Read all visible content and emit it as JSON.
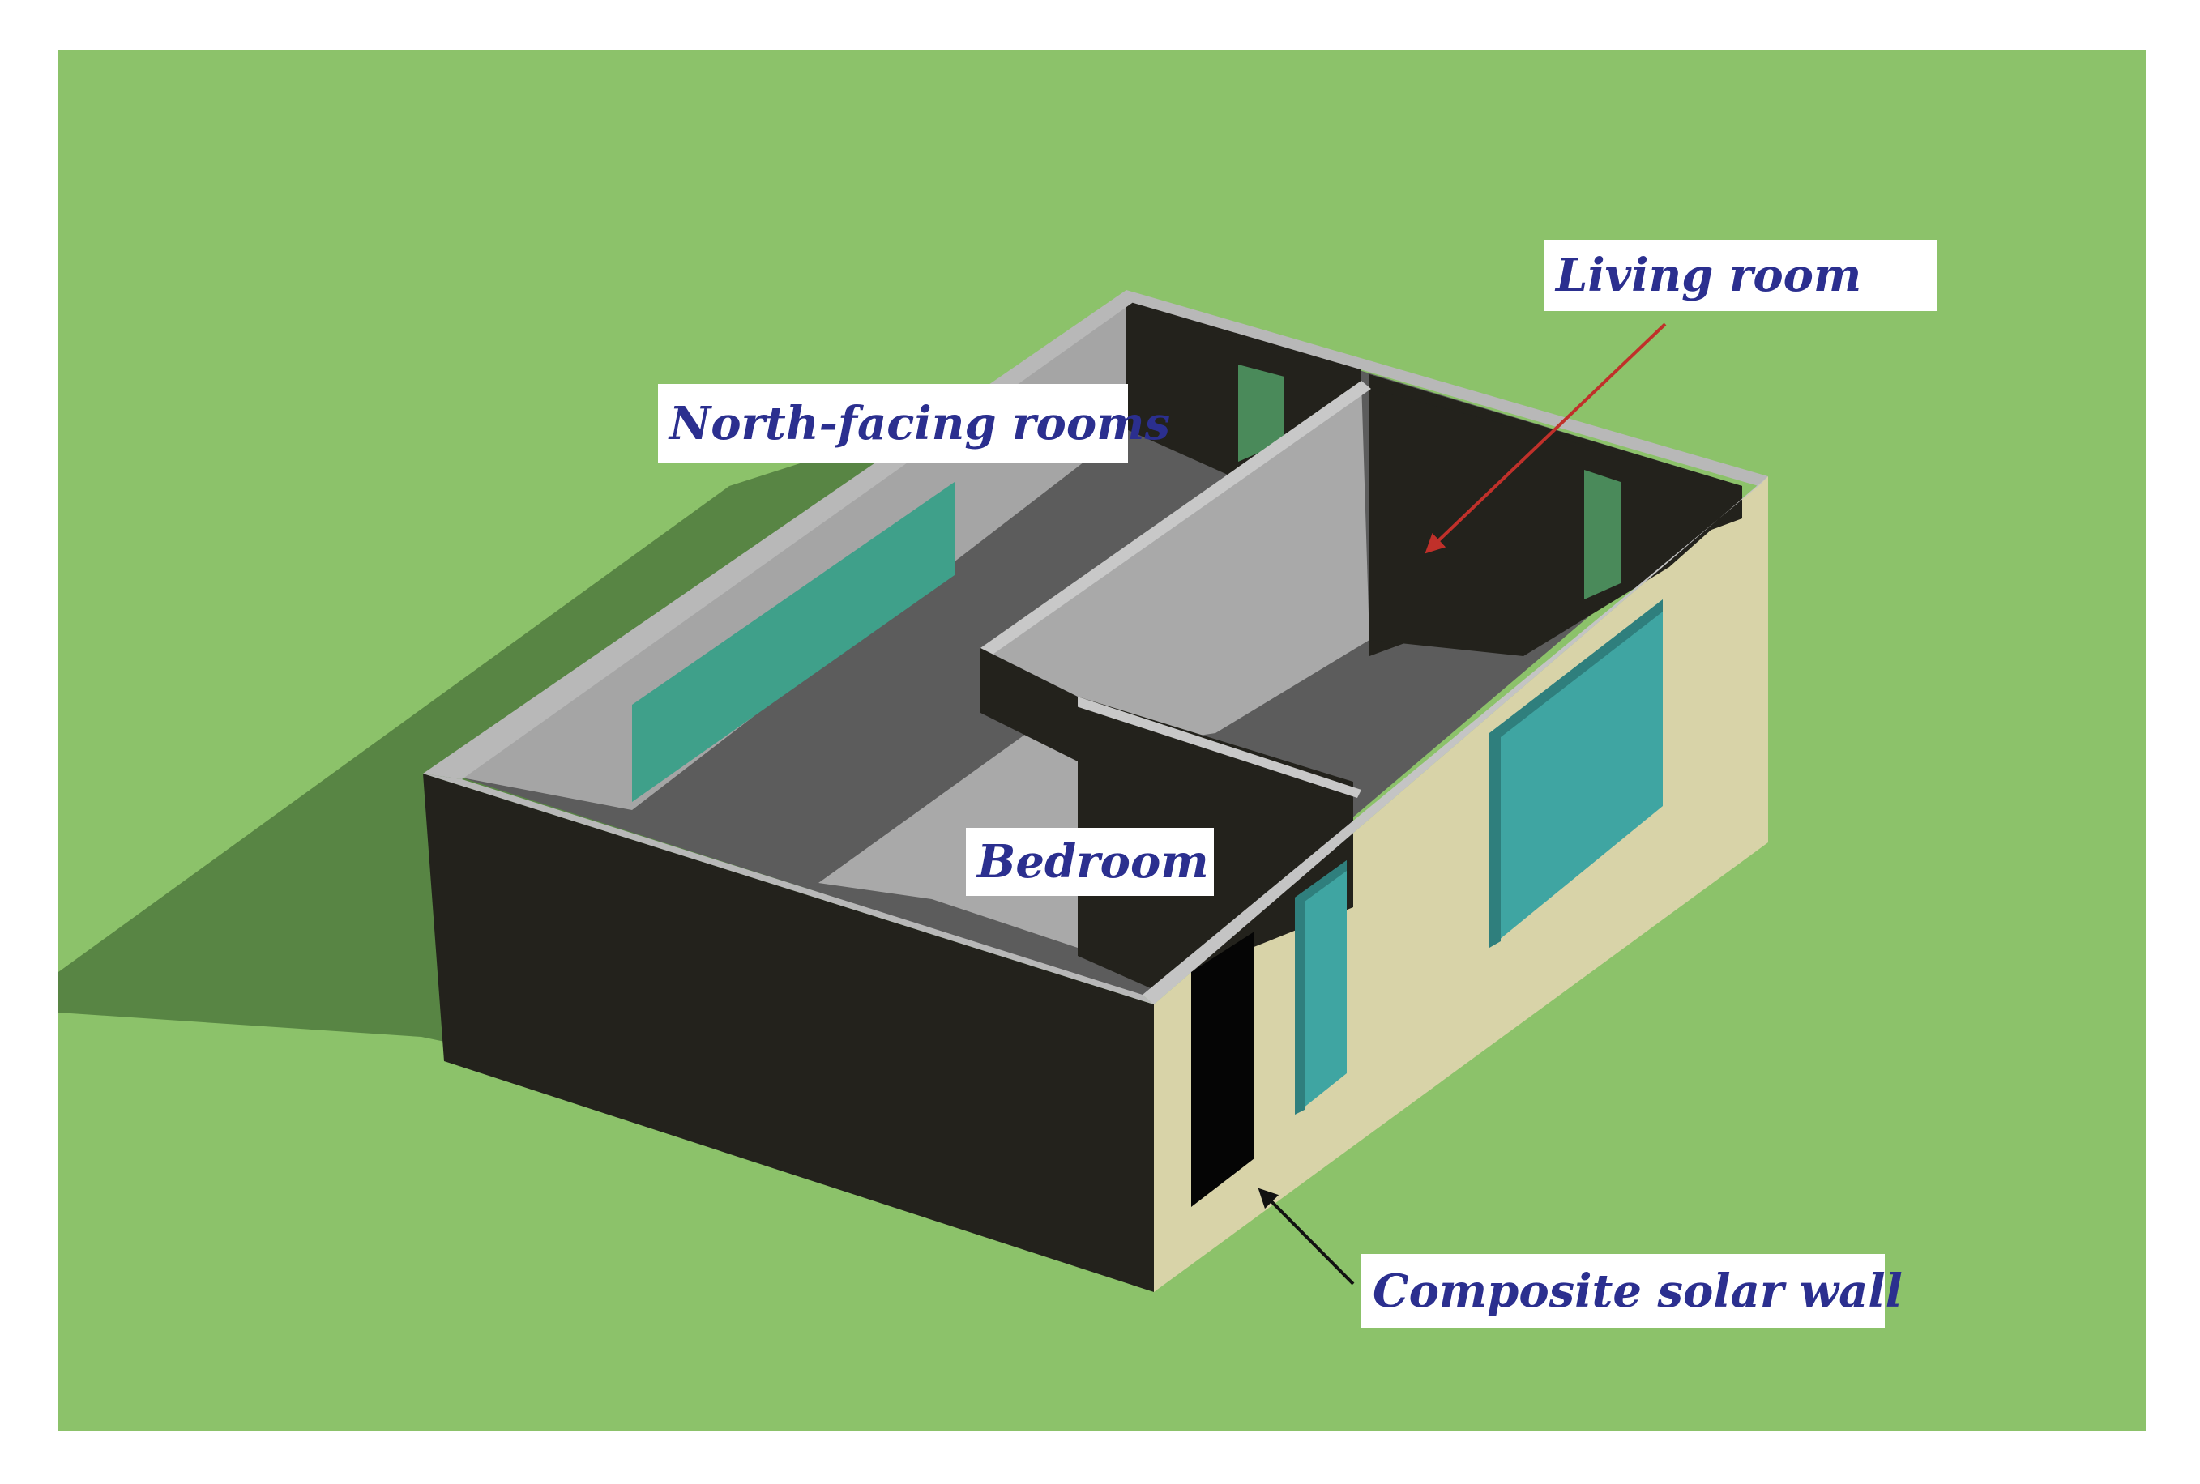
{
  "figure": {
    "labels": {
      "living_room": "Living room",
      "north_rooms": "North-facing rooms",
      "bedroom": "Bedroom",
      "solar_wall": "Composite solar wall"
    },
    "colors": {
      "ground": "#8cc26a",
      "shadow": "#4f7a3d",
      "dark_wall": "#23221c",
      "grey_wall": "#9e9e9e",
      "floor": "#5c5c5c",
      "wall_top": "#b8b8b8",
      "cream_wall": "#d8d3a8",
      "window_glass": "#3fa5a2",
      "label_text": "#2b2f8f",
      "arrow_red": "#c0302a",
      "arrow_black": "#111111"
    }
  }
}
